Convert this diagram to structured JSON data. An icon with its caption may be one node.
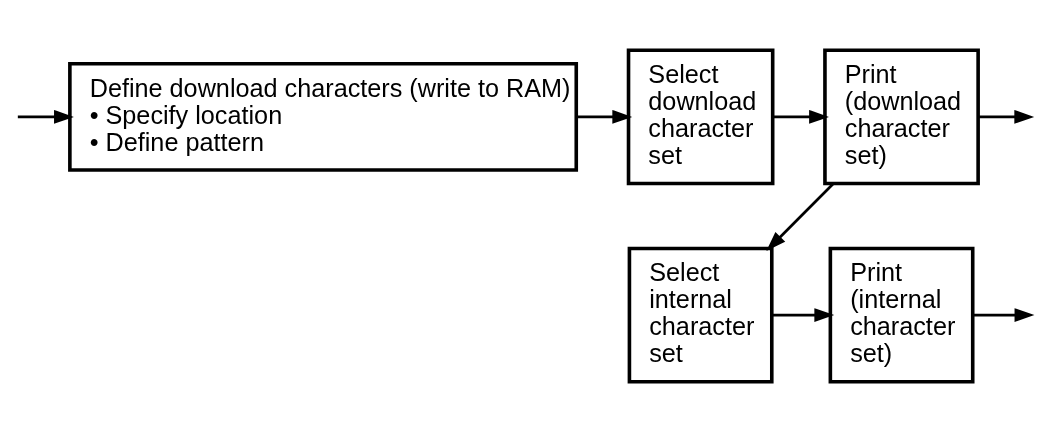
{
  "diagram": {
    "nodes": [
      {
        "text": [
          "Define download characters (write to RAM)",
          "• Specify location",
          "• Define pattern"
        ]
      },
      {
        "text": [
          "Select download character set"
        ]
      },
      {
        "text": [
          "Print (download character set)"
        ]
      },
      {
        "text": [
          "Select internal character set"
        ]
      },
      {
        "text": [
          "Print (internal character set)"
        ]
      }
    ],
    "edges": [
      {
        "from": null,
        "to": 0,
        "arrow": "to"
      },
      {
        "from": 0,
        "to": 1,
        "arrow": "to"
      },
      {
        "from": 1,
        "to": 2,
        "arrow": "to"
      },
      {
        "from": 2,
        "to": null,
        "arrow": "to"
      },
      {
        "from": 2,
        "to": 3,
        "arrow": "to"
      },
      {
        "from": 3,
        "to": 4,
        "arrow": "to"
      },
      {
        "from": 4,
        "to": null,
        "arrow": "to"
      }
    ]
  }
}
